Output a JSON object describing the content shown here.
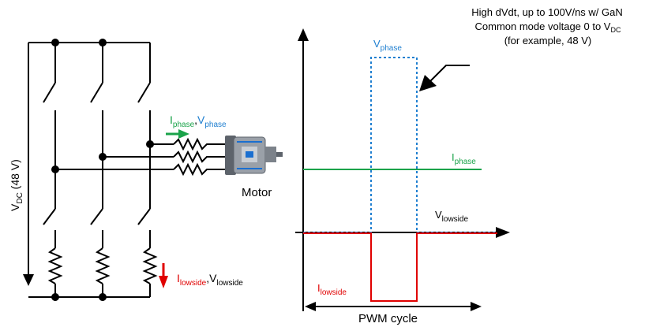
{
  "colors": {
    "wire": "#000000",
    "current": "#1aa34a",
    "voltage": "#1f7fd0",
    "lowside": "#e00000",
    "motor_body": "#8a8f97",
    "motor_accent": "#1a6fd0"
  },
  "left_schematic": {
    "vdc_label": {
      "base": "V",
      "sub": "DC",
      "rest": " (48 V)"
    },
    "phase_label": {
      "i_base": "I",
      "i_sub": "phase",
      "sep": ",",
      "v_base": "V",
      "v_sub": "phase"
    },
    "lowside_label": {
      "i_base": "I",
      "i_sub": "lowside",
      "sep": ",",
      "v_base": "V",
      "v_sub": "lowside"
    },
    "motor_label": "Motor",
    "icons": [
      "motor-icon",
      "resistor-icon",
      "switch-icon"
    ]
  },
  "waveform": {
    "annotation": {
      "line1": "High dVdt, up to 100V/ns w/ GaN",
      "line2_pre": "Common mode voltage 0 to V",
      "line2_sub": "DC",
      "line3": "(for example, 48 V)"
    },
    "vphase_label": {
      "base": "V",
      "sub": "phase"
    },
    "iphase_label": {
      "base": "I",
      "sub": "phase"
    },
    "vlowside_label": {
      "base": "V",
      "sub": "lowside"
    },
    "ilowside_label": {
      "base": "I",
      "sub": "lowside"
    },
    "pwm_label": "PWM cycle"
  }
}
